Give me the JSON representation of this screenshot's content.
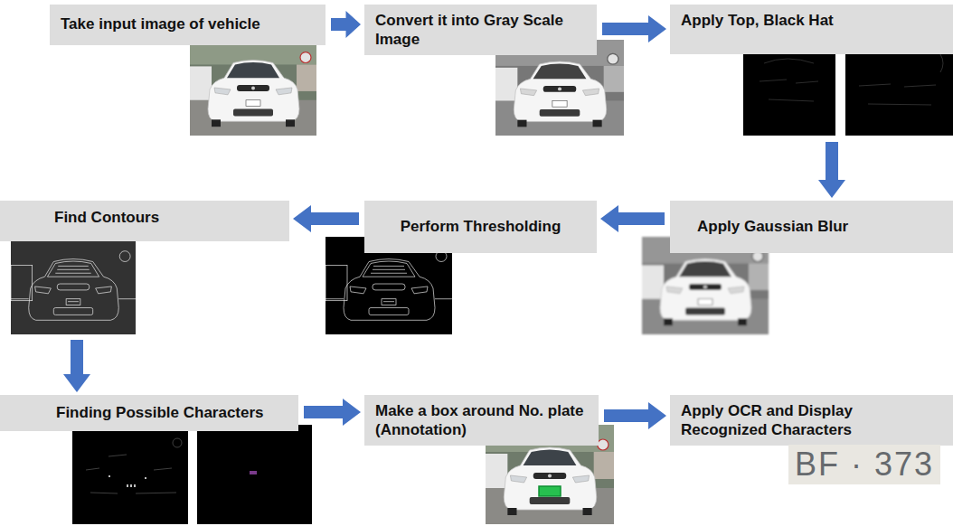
{
  "diagram": {
    "nodes": [
      {
        "text": [
          "Take input image of vehicle"
        ]
      },
      {
        "text": [
          "Convert it into Gray Scale Image"
        ]
      },
      {
        "text": [
          "Apply Top, Black Hat"
        ]
      },
      {
        "text": [
          "Apply Gaussian Blur"
        ]
      },
      {
        "text": [
          "Perform Thresholding"
        ]
      },
      {
        "text": [
          "Find Contours"
        ]
      },
      {
        "text": [
          "Finding Possible Characters"
        ]
      },
      {
        "text": [
          "Make a box around No. plate (Annotation)"
        ]
      },
      {
        "text": [
          "Apply OCR and Display Recognized Characters"
        ]
      }
    ],
    "edges": [
      {
        "from": 0,
        "to": 1,
        "arrow": "to"
      },
      {
        "from": 1,
        "to": 2,
        "arrow": "to"
      },
      {
        "from": 2,
        "to": 3,
        "arrow": "to"
      },
      {
        "from": 3,
        "to": 4,
        "arrow": "to"
      },
      {
        "from": 4,
        "to": 5,
        "arrow": "to"
      },
      {
        "from": 5,
        "to": 6,
        "arrow": "to"
      },
      {
        "from": 6,
        "to": 7,
        "arrow": "to"
      },
      {
        "from": 7,
        "to": 8,
        "arrow": "to"
      }
    ],
    "labels": [
      "BF · 373"
    ]
  }
}
